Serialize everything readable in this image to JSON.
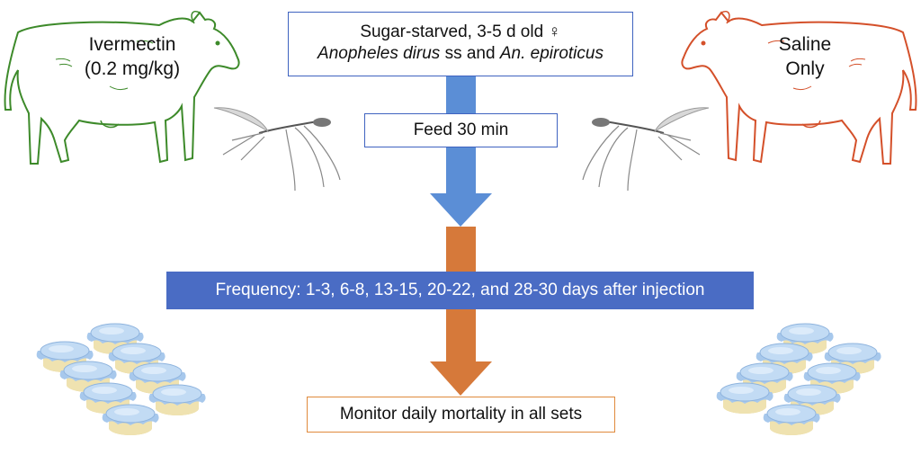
{
  "top_box": {
    "line1": "Sugar-starved, 3-5 d old ♀",
    "species_a": "Anopheles dirus",
    "ss_and": " ss and ",
    "species_b": "An. epiroticus"
  },
  "feed_box": {
    "label": "Feed 30 min"
  },
  "frequency_bar": {
    "label": "Frequency: 1-3, 6-8, 13-15, 20-22, and 28-30 days after injection"
  },
  "monitor_box": {
    "label": "Monitor daily mortality in all sets"
  },
  "left_cow": {
    "line1": "Ivermectin",
    "line2": "(0.2 mg/kg)"
  },
  "right_cow": {
    "line1": "Saline",
    "line2": "Only"
  },
  "colors": {
    "blue_arrow": "#5b8ed6",
    "orange_arrow": "#d6793a",
    "frequency_bar": "#4a6cc4",
    "ivermectin_cow": "#3d8a2a",
    "saline_cow": "#d4502a",
    "monitor_border": "#e08a3c"
  },
  "icons": [
    "cow-icon",
    "mosquito-icon",
    "mosquito-cup-icon"
  ]
}
